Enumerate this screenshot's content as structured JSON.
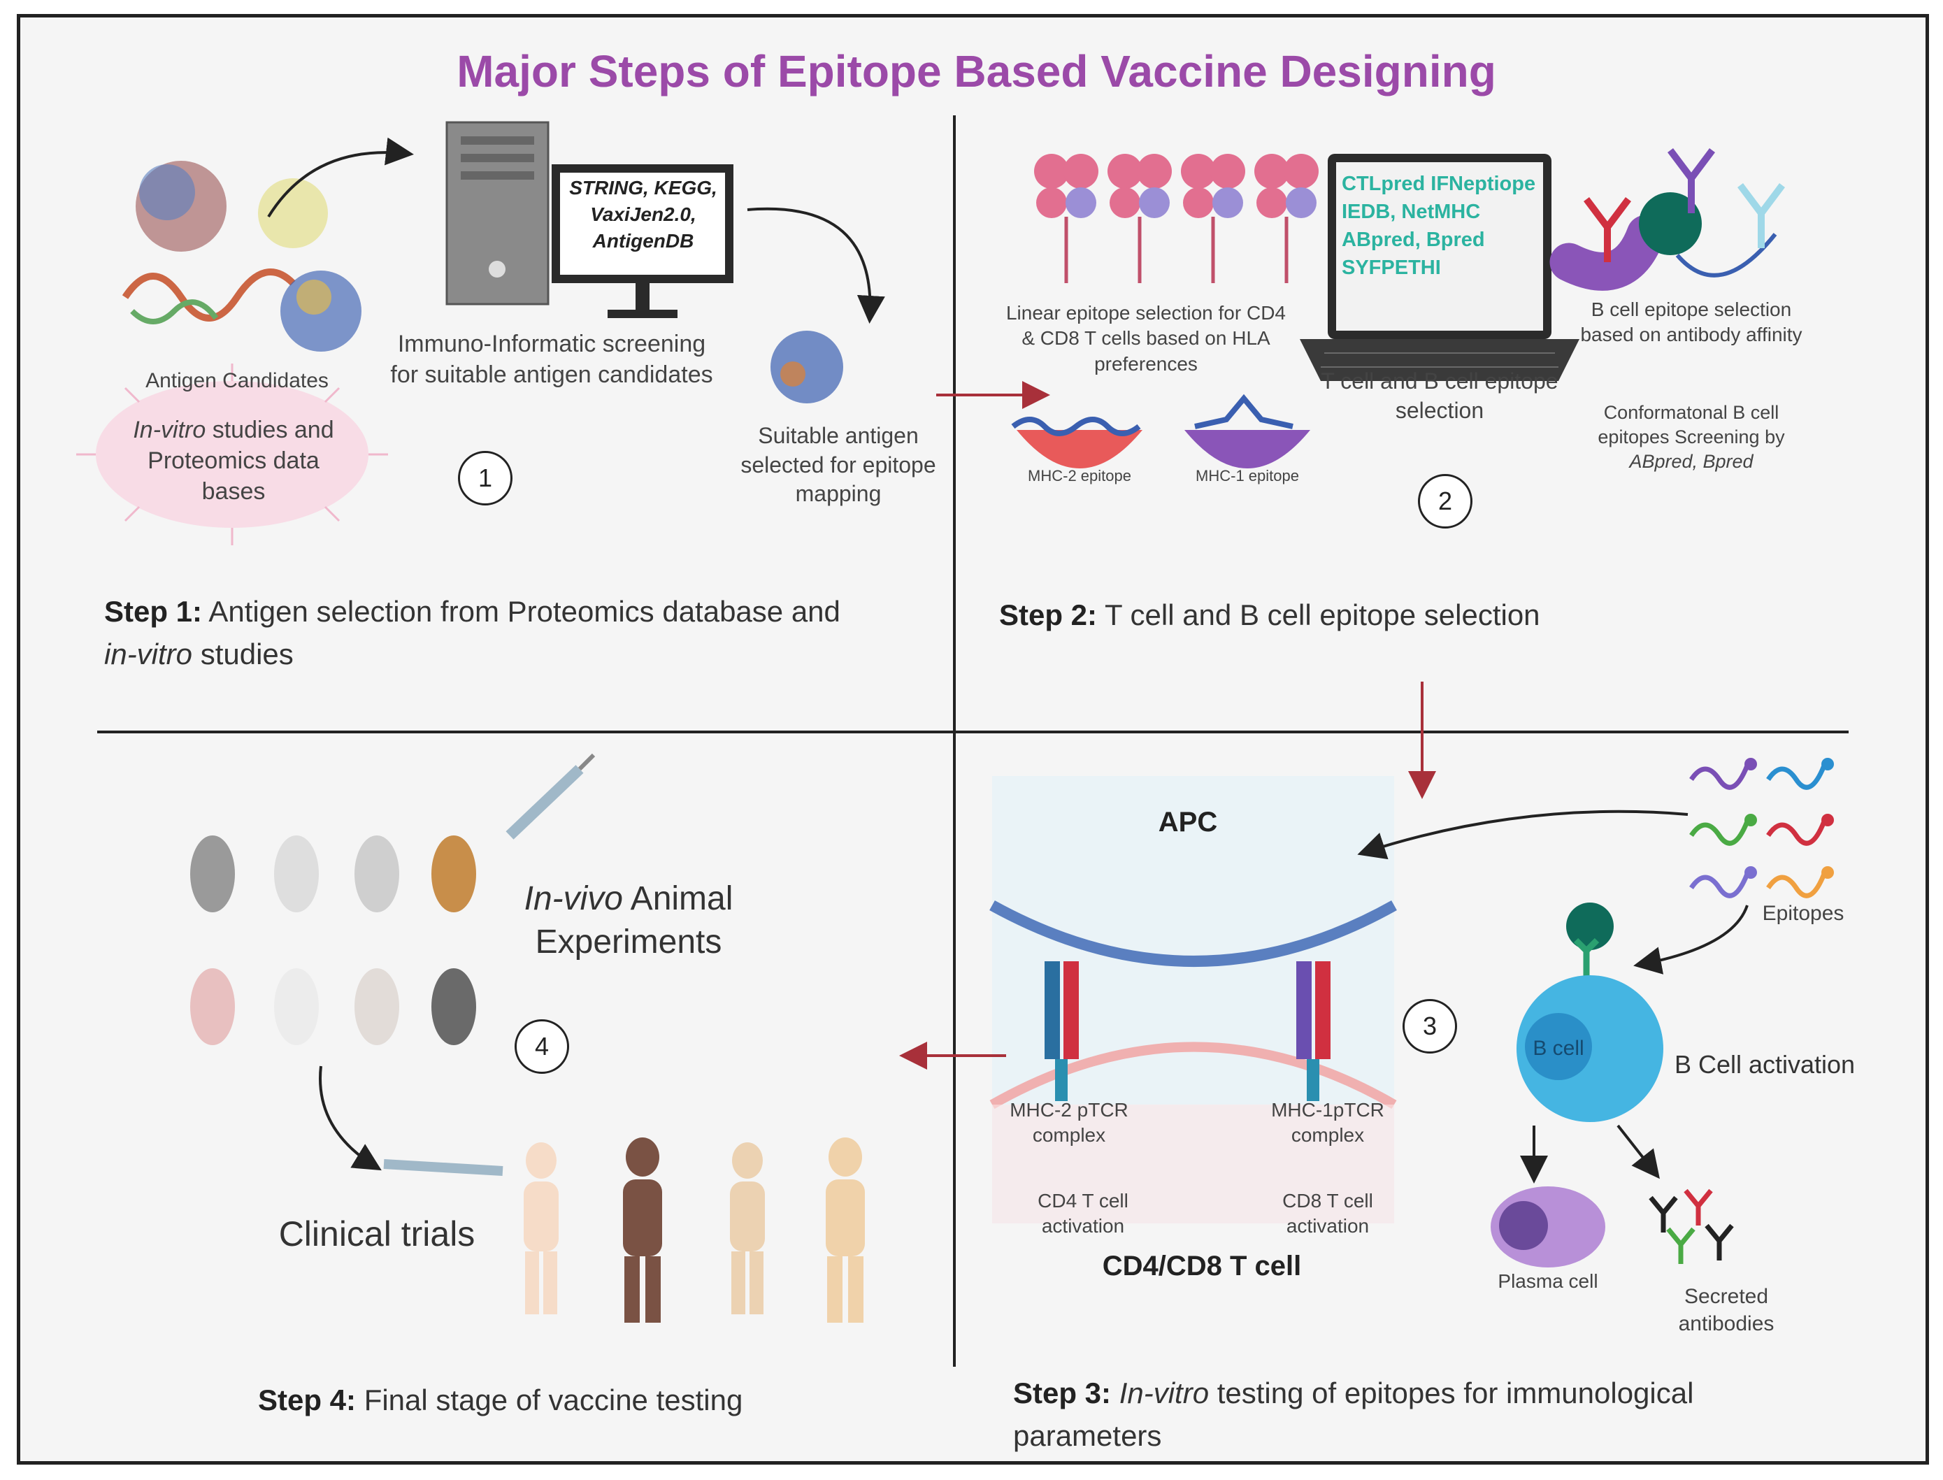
{
  "title": "Major Steps of Epitope Based Vaccine Designing",
  "step1": {
    "antigen_candidates": "Antigen Candidates",
    "in_vitro_italic": "In-vitro",
    "proteomics_rest": " studies and Proteomics data bases",
    "tools": [
      "STRING, KEGG,",
      "VaxiJen2.0,",
      "AntigenDB"
    ],
    "screening": "Immuno-Informatic screening for suitable antigen candidates",
    "suitable": "Suitable antigen selected  for epitope mapping",
    "number": "1",
    "caption_bold": "Step 1:",
    "caption_text": " Antigen selection from Proteomics database and",
    "caption_italic": "in-vitro",
    "caption_tail": " studies"
  },
  "step2": {
    "linear": "Linear epitope selection for CD4 & CD8 T cells based on HLA preferences",
    "mhc2": "MHC-2 epitope",
    "mhc1": "MHC-1 epitope",
    "tools": [
      "CTLpred IFNeptiope",
      "IEDB, NetMHC",
      "ABpred, Bpred",
      "SYFPETHI"
    ],
    "tb_selection": "T cell and B cell epitope selection",
    "bcell_sel": "B cell epitope selection based on antibody affinity",
    "conform": "Conformatonal B cell epitopes Screening by",
    "conform_italic": "ABpred, Bpred",
    "number": "2",
    "caption_bold": "Step 2:",
    "caption_text": " T cell and B cell epitope selection"
  },
  "step3": {
    "apc": "APC",
    "mhc2_complex": "MHC-2 pTCR complex",
    "mhc1_complex": "MHC-1pTCR complex",
    "cd4": "CD4 T cell activation",
    "cd8": "CD8 T cell activation",
    "tcell": "CD4/CD8 T cell",
    "epitopes": "Epitopes",
    "bcell": "B cell",
    "bcell_act": "B Cell activation",
    "plasma": "Plasma cell",
    "secreted": "Secreted antibodies",
    "number": "3",
    "caption_bold": "Step  3:",
    "caption_italic": "In-vitro",
    "caption_text": " testing  of  epitopes  for  immunological",
    "caption_line2": "parameters"
  },
  "step4": {
    "invivo_italic": "In-vivo",
    "invivo_rest": " Animal",
    "experiments": "Experiments",
    "clinical": "Clinical trials",
    "number": "4",
    "caption_bold": "Step 4:",
    "caption_text": " Final stage of vaccine testing"
  },
  "colors": {
    "title": "#9b4aa8",
    "arrow_red": "#a8303a",
    "screen_text": "#2bb3a0",
    "antibody_purple": "#7a4fb5",
    "bcell_blue": "#3ab0de"
  }
}
